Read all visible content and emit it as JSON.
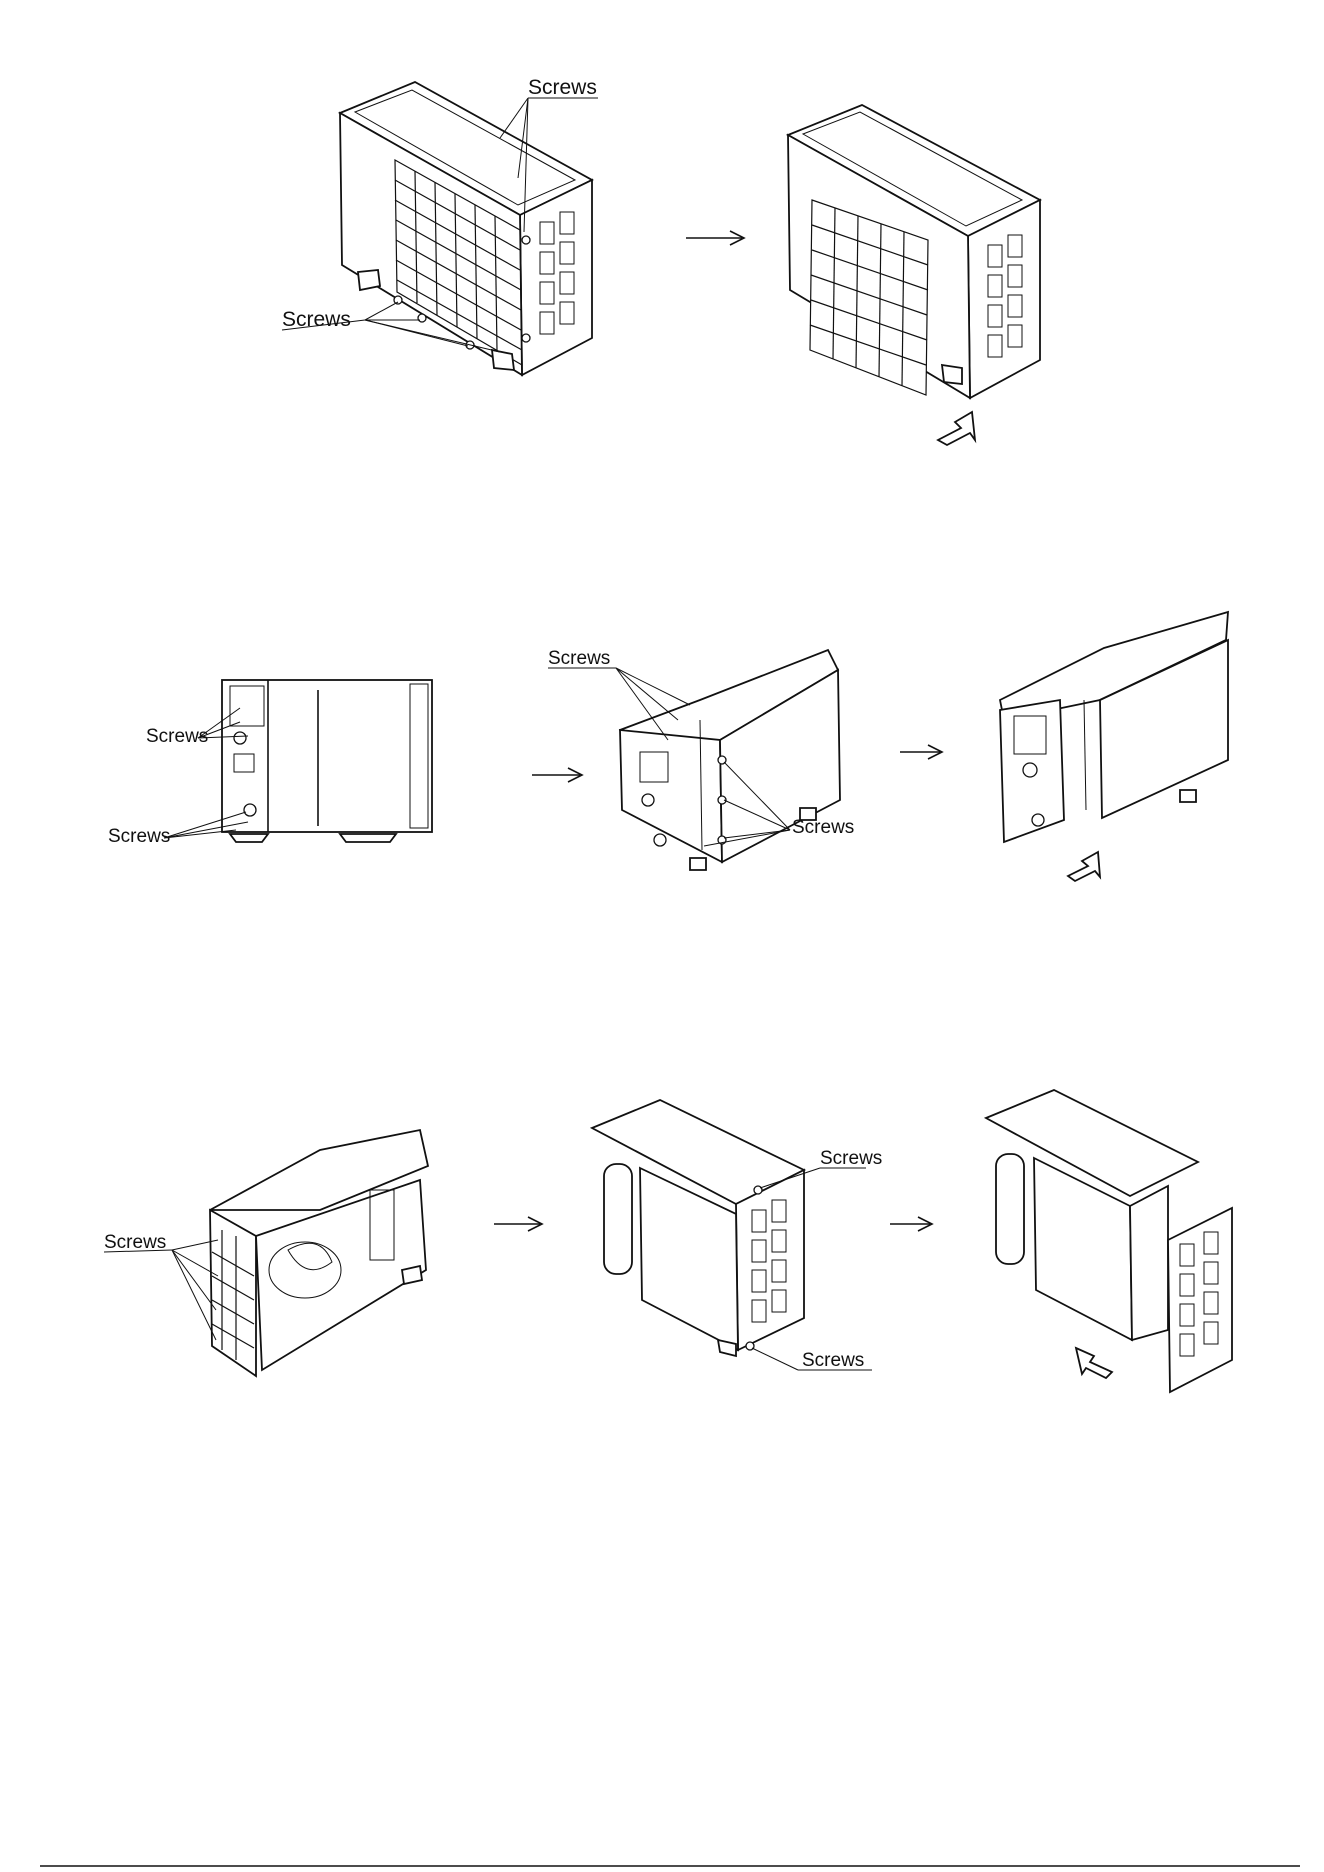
{
  "figures": {
    "step1": {
      "top_screws_label": "Screws",
      "bottom_screws_label": "Screws"
    },
    "step2": {
      "left_upper_screws_label": "Screws",
      "left_lower_screws_label": "Screws",
      "mid_top_screws_label": "Screws",
      "mid_right_screws_label": "Screws"
    },
    "step3": {
      "left_screws_label": "Screws",
      "mid_top_screws_label": "Screws",
      "mid_bottom_screws_label": "Screws"
    }
  },
  "icons": [
    "arrow-right-icon",
    "removal-arrow-icon",
    "screw-icon"
  ]
}
